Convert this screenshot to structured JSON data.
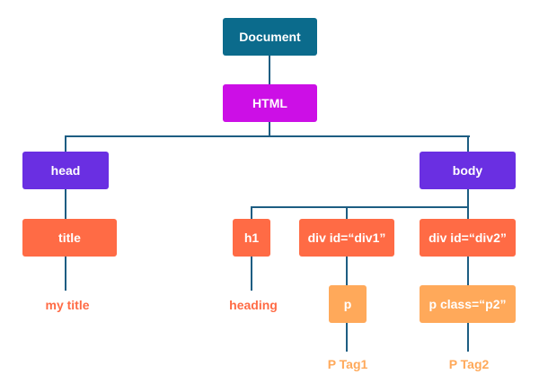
{
  "diagram": {
    "nodes": {
      "document": "Document",
      "html": "HTML",
      "head": "head",
      "body": "body",
      "title": "title",
      "h1": "h1",
      "div1": "div id=“div1”",
      "div2": "div id=“div2”",
      "p": "p",
      "p2": "p class=“p2”"
    },
    "text_leaves": {
      "my_title": "my title",
      "heading": "heading",
      "p_tag1": "P Tag1",
      "p_tag2": "P Tag2"
    }
  },
  "colors": {
    "document": "#0b6b8c",
    "html": "#cc0fe6",
    "head_body": "#6a2fe2",
    "element": "#ff6b45",
    "inner_element": "#ffa95a",
    "text_leaf": "#ff6b45",
    "inner_text_leaf": "#ffa95a",
    "connector": "#1d5d82"
  }
}
